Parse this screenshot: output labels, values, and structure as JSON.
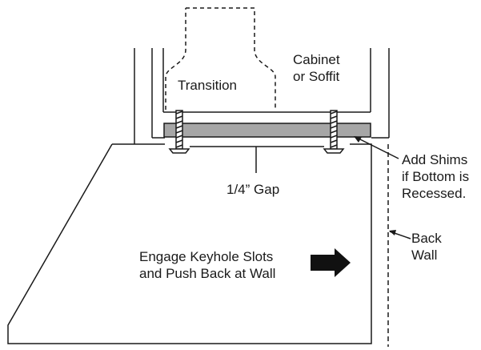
{
  "diagram": {
    "labels": {
      "transition": "Transition",
      "cabinet_line1": "Cabinet",
      "cabinet_line2": "or Soffit",
      "shims_line1": "Add Shims",
      "shims_line2": "if Bottom is",
      "shims_line3": "Recessed.",
      "gap": "1/4” Gap",
      "back_line1": "Back",
      "back_line2": "Wall",
      "engage_line1": "Engage Keyhole Slots",
      "engage_line2": "and Push Back at Wall"
    },
    "colors": {
      "line": "#1a1a1a",
      "shim_fill": "#a6a6a6",
      "arrow_fill": "#111111",
      "background": "#ffffff"
    }
  }
}
